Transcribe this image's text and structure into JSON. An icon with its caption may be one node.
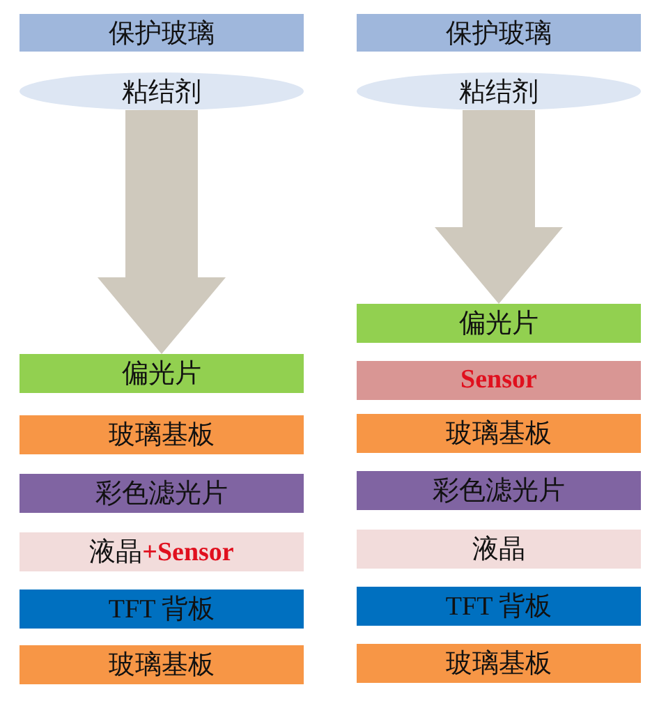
{
  "diagram": {
    "nodes": [
      {
        "text": [
          "保护玻璃"
        ]
      },
      {
        "text": [
          "粘结剂"
        ]
      },
      {
        "text": [
          "偏光片"
        ]
      },
      {
        "text": [
          "玻璃基板"
        ]
      },
      {
        "text": [
          "彩色滤光片"
        ]
      },
      {
        "text": [
          "液晶**+Sensor**"
        ]
      },
      {
        "text": [
          "TFT 背板"
        ]
      },
      {
        "text": [
          "玻璃基板"
        ]
      },
      {
        "text": [
          "保护玻璃"
        ]
      },
      {
        "text": [
          "粘结剂"
        ]
      },
      {
        "text": [
          "偏光片"
        ]
      },
      {
        "text": [
          "Sensor"
        ]
      },
      {
        "text": [
          "玻璃基板"
        ]
      },
      {
        "text": [
          "彩色滤光片"
        ]
      },
      {
        "text": [
          "液晶"
        ]
      },
      {
        "text": [
          "TFT 背板"
        ]
      },
      {
        "text": [
          "玻璃基板"
        ]
      }
    ],
    "edges": [
      {
        "from": 1,
        "to": 2,
        "arrow": "to"
      },
      {
        "from": 9,
        "to": 10,
        "arrow": "to"
      }
    ]
  }
}
